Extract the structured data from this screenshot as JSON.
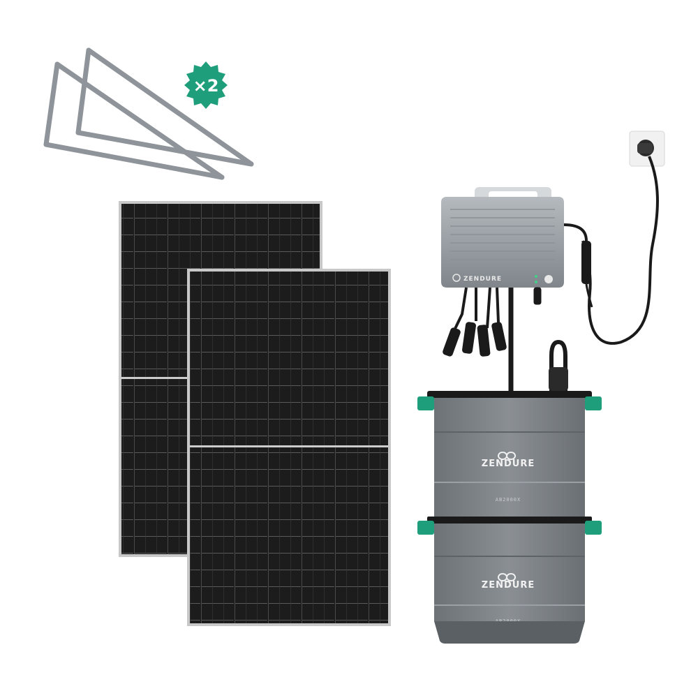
{
  "badge": {
    "text": "×2"
  },
  "batteries": [
    {
      "brand": "ZENDURE",
      "model": "AB2000X"
    },
    {
      "brand": "ZENDURE",
      "model": "AB2000X"
    }
  ],
  "inverter": {
    "brand": "ZENDURE"
  },
  "colors": {
    "accent": "#1f9e7c",
    "panel_cell": "#1f1f1f",
    "panel_frame": "#c8c8c8",
    "metal": "#8e949a",
    "battery_body": "#7b8085"
  },
  "icons": [
    "zendure-logo-icon",
    "power-plug-icon",
    "mc4-connector-icon"
  ]
}
